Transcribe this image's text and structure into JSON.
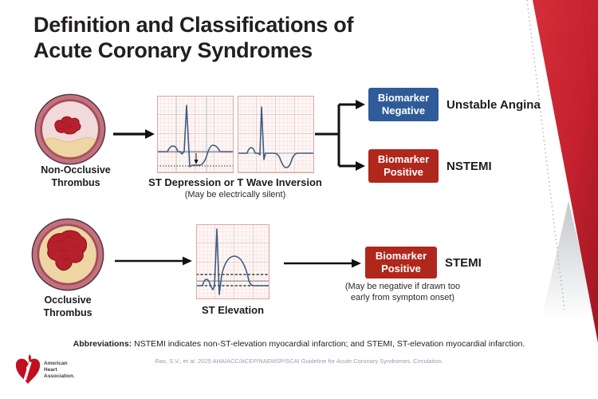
{
  "title": "Definition and Classifications of Acute Coronary Syndromes",
  "colors": {
    "badge_blue": "#2F5B99",
    "badge_red": "#B0271C",
    "ribbon_red_light": "#D42F3A",
    "ribbon_red_dark": "#9E1722",
    "aha_red": "#C10E21",
    "ecg_trace_blue": "#3D5C80",
    "ecg_grid_pink": "#EFC9C4",
    "vessel_wall_mauve": "#C4717D",
    "plaque_tan": "#EED6A4",
    "thrombus_red": "#B5202C"
  },
  "row1": {
    "vessel_label": "Non-Occlusive Thrombus",
    "ecg_label": "ST Depression or T Wave Inversion",
    "ecg_note": "(May be electrically silent)",
    "outcome_negative": {
      "badge": "Biomarker Negative",
      "result": "Unstable Angina"
    },
    "outcome_positive": {
      "badge": "Biomarker Positive",
      "result": "NSTEMI"
    }
  },
  "row2": {
    "vessel_label": "Occlusive Thrombus",
    "ecg_label": "ST Elevation",
    "outcome": {
      "badge": "Biomarker Positive",
      "result": "STEMI",
      "note": "(May be negative if drawn too early from symptom onset)"
    }
  },
  "footer": {
    "abbreviations_label": "Abbreviations:",
    "abbreviations_text": " NSTEMI indicates non-ST-elevation myocardial infarction; and STEMI, ST-elevation myocardial infarction.",
    "citation": "Rao, S.V., et al. 2025 AHA/ACC/ACEP/NAEMSP/SCAI Guideline for Acute Coronary Syndromes. Circulation."
  },
  "logo": {
    "org_line1": "American",
    "org_line2": "Heart",
    "org_line3": "Association."
  }
}
